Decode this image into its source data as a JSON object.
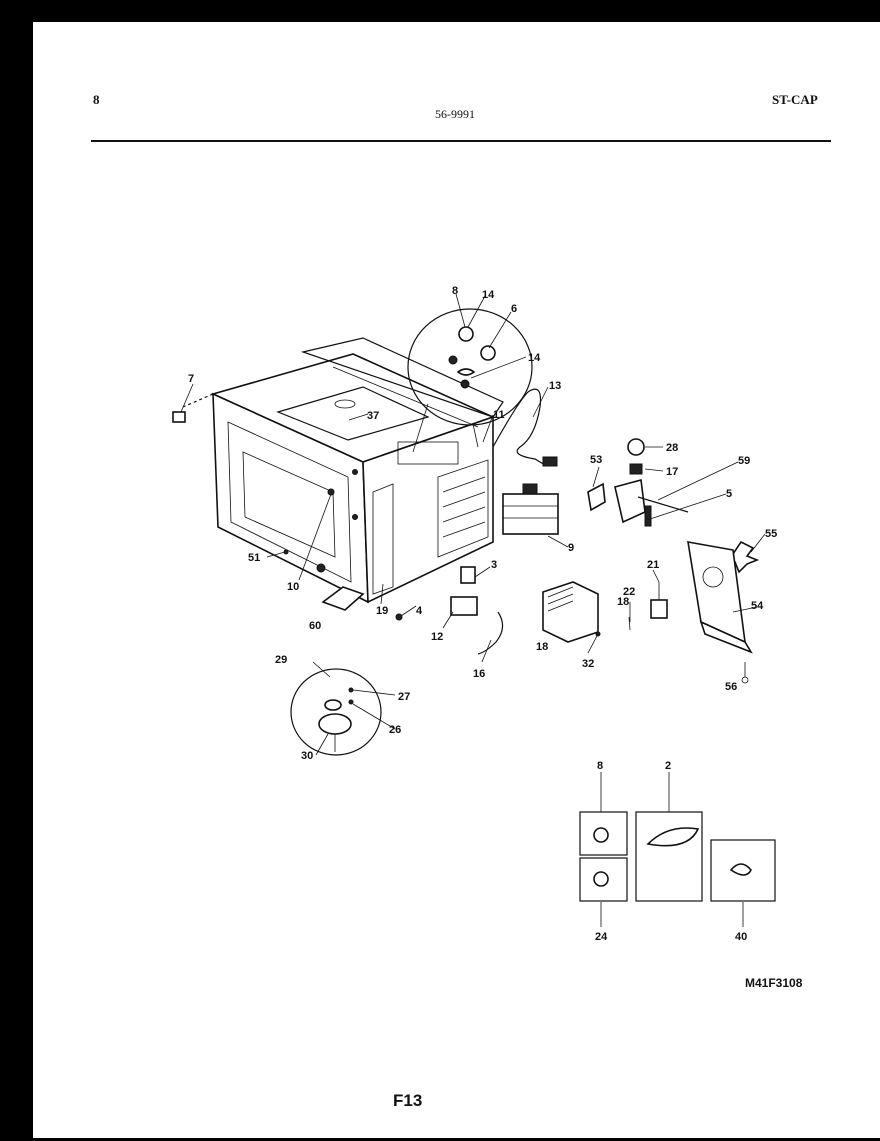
{
  "header": {
    "page_number": "8",
    "model_code": "56-9991",
    "section_code": "ST-CAP"
  },
  "footer": {
    "diagram_id": "M41F3108",
    "figure_label": "F13"
  },
  "callouts": [
    "7",
    "37",
    "8",
    "14",
    "6",
    "14",
    "13",
    "11",
    "28",
    "17",
    "59",
    "5",
    "53",
    "9",
    "55",
    "51",
    "10",
    "60",
    "19",
    "4",
    "3",
    "12",
    "18",
    "16",
    "18",
    "32",
    "21",
    "22",
    "54",
    "56",
    "29",
    "27",
    "26",
    "30",
    "8",
    "2",
    "24",
    "40"
  ]
}
